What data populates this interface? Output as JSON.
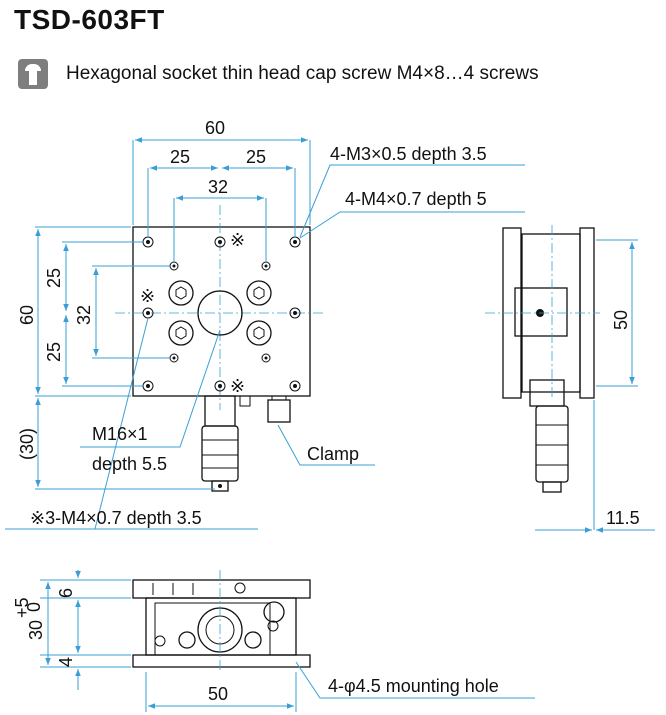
{
  "title": "TSD-603FT",
  "screw_note": "Hexagonal socket thin head cap screw M4×8…4 screws",
  "dimensions": {
    "top_width": "60",
    "half_left": "25",
    "half_right": "25",
    "center_32_h": "32",
    "left_height": "60",
    "left_25_top": "25",
    "left_32": "32",
    "left_25_bottom": "25",
    "left_30": "(30)",
    "side_50": "50",
    "side_11_5": "11.5",
    "bottom_6": "6",
    "bottom_4": "4",
    "bottom_30": "30",
    "bottom_30_tol_upper": "+5",
    "bottom_30_tol_lower": "0",
    "bottom_50": "50"
  },
  "callouts": {
    "m3": "4-M3×0.5 depth 3.5",
    "m4": "4-M4×0.7 depth 5",
    "m16_line1": "M16×1",
    "m16_line2": "depth 5.5",
    "m4_special": "※3-M4×0.7 depth 3.5",
    "clamp": "Clamp",
    "mounting": "4-φ4.5 mounting hole"
  },
  "marks": {
    "kome": "※"
  }
}
